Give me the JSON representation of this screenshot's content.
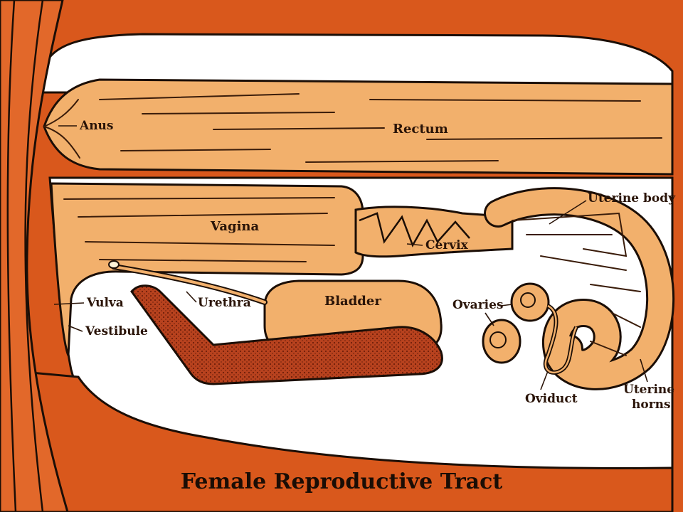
{
  "diagram": {
    "title": "Female Reproductive Tract",
    "labels": {
      "anus": "Anus",
      "rectum": "Rectum",
      "vagina": "Vagina",
      "cervix": "Cervix",
      "uterine_body": "Uterine body",
      "vulva": "Vulva",
      "vestibule": "Vestibule",
      "urethra": "Urethra",
      "bladder": "Bladder",
      "ovaries": "Ovaries",
      "oviduct": "Oviduct",
      "uterine_horns_line1": "Uterine",
      "uterine_horns_line2": "horns"
    },
    "colors": {
      "background_orange": "#d9581c",
      "tissue_tan": "#f2b06c",
      "pelvic_bone": "#c0421c",
      "cavity_white": "#ffffff"
    }
  }
}
